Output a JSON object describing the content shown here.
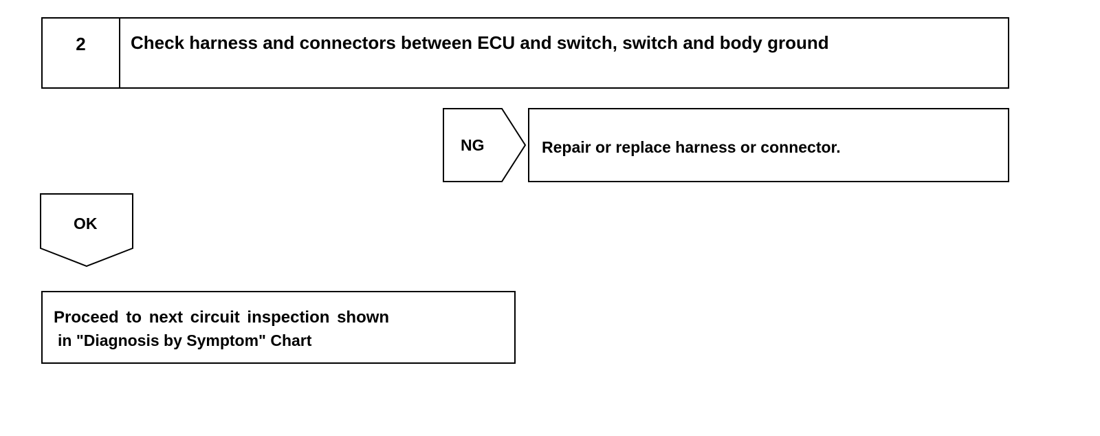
{
  "step": {
    "number": "2",
    "title": "Check harness and connectors between ECU and switch, switch and body ground"
  },
  "ng_branch": {
    "label": "NG",
    "result": "Repair or replace harness or connector."
  },
  "ok_branch": {
    "label": "OK",
    "result_line1": "Proceed to next circuit inspection shown",
    "result_line2": "in \"Diagnosis by Symptom\" Chart"
  }
}
